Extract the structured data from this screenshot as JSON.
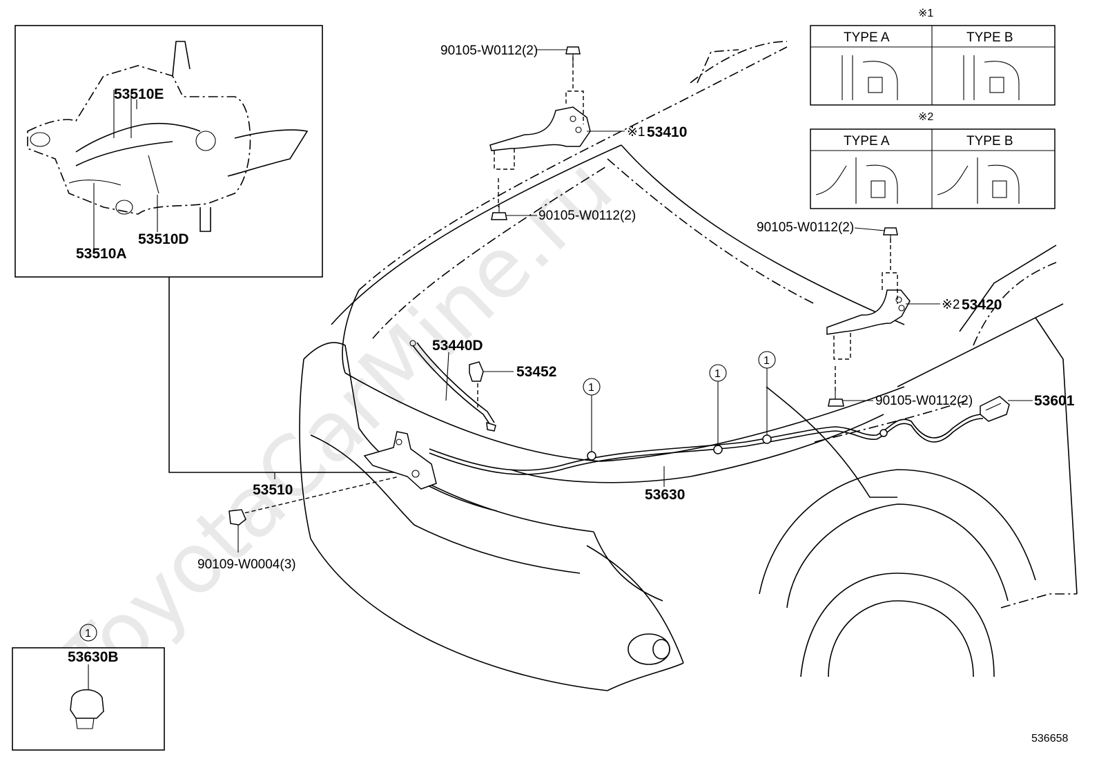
{
  "watermark": "ToyotaCarMine.ru",
  "figure_id": "536658",
  "inset_latch": {
    "labels": [
      "53510E",
      "53510A",
      "53510D"
    ]
  },
  "inset_clip": {
    "ref_mark": "1",
    "label": "53630B"
  },
  "type_tables": [
    {
      "mark": "※1",
      "col_a": "TYPE A",
      "col_b": "TYPE B"
    },
    {
      "mark": "※2",
      "col_a": "TYPE A",
      "col_b": "TYPE B"
    }
  ],
  "callouts": {
    "bolt_top": "90105-W0112(2)",
    "bolt_hinge_left": "90105-W0112(2)",
    "bolt_right_top": "90105-W0112(2)",
    "bolt_right_bottom": "90105-W0112(2)",
    "bolt_latch": "90109-W0004(3)",
    "hinge_left_mark": "※1",
    "hinge_left": "53410",
    "hinge_right_mark": "※2",
    "hinge_right": "53420",
    "rod": "53440D",
    "rod_holder": "53452",
    "latch": "53510",
    "cable": "53630",
    "lever": "53601",
    "clip_ref_1": "1",
    "clip_ref_2": "1",
    "clip_ref_3": "1"
  }
}
